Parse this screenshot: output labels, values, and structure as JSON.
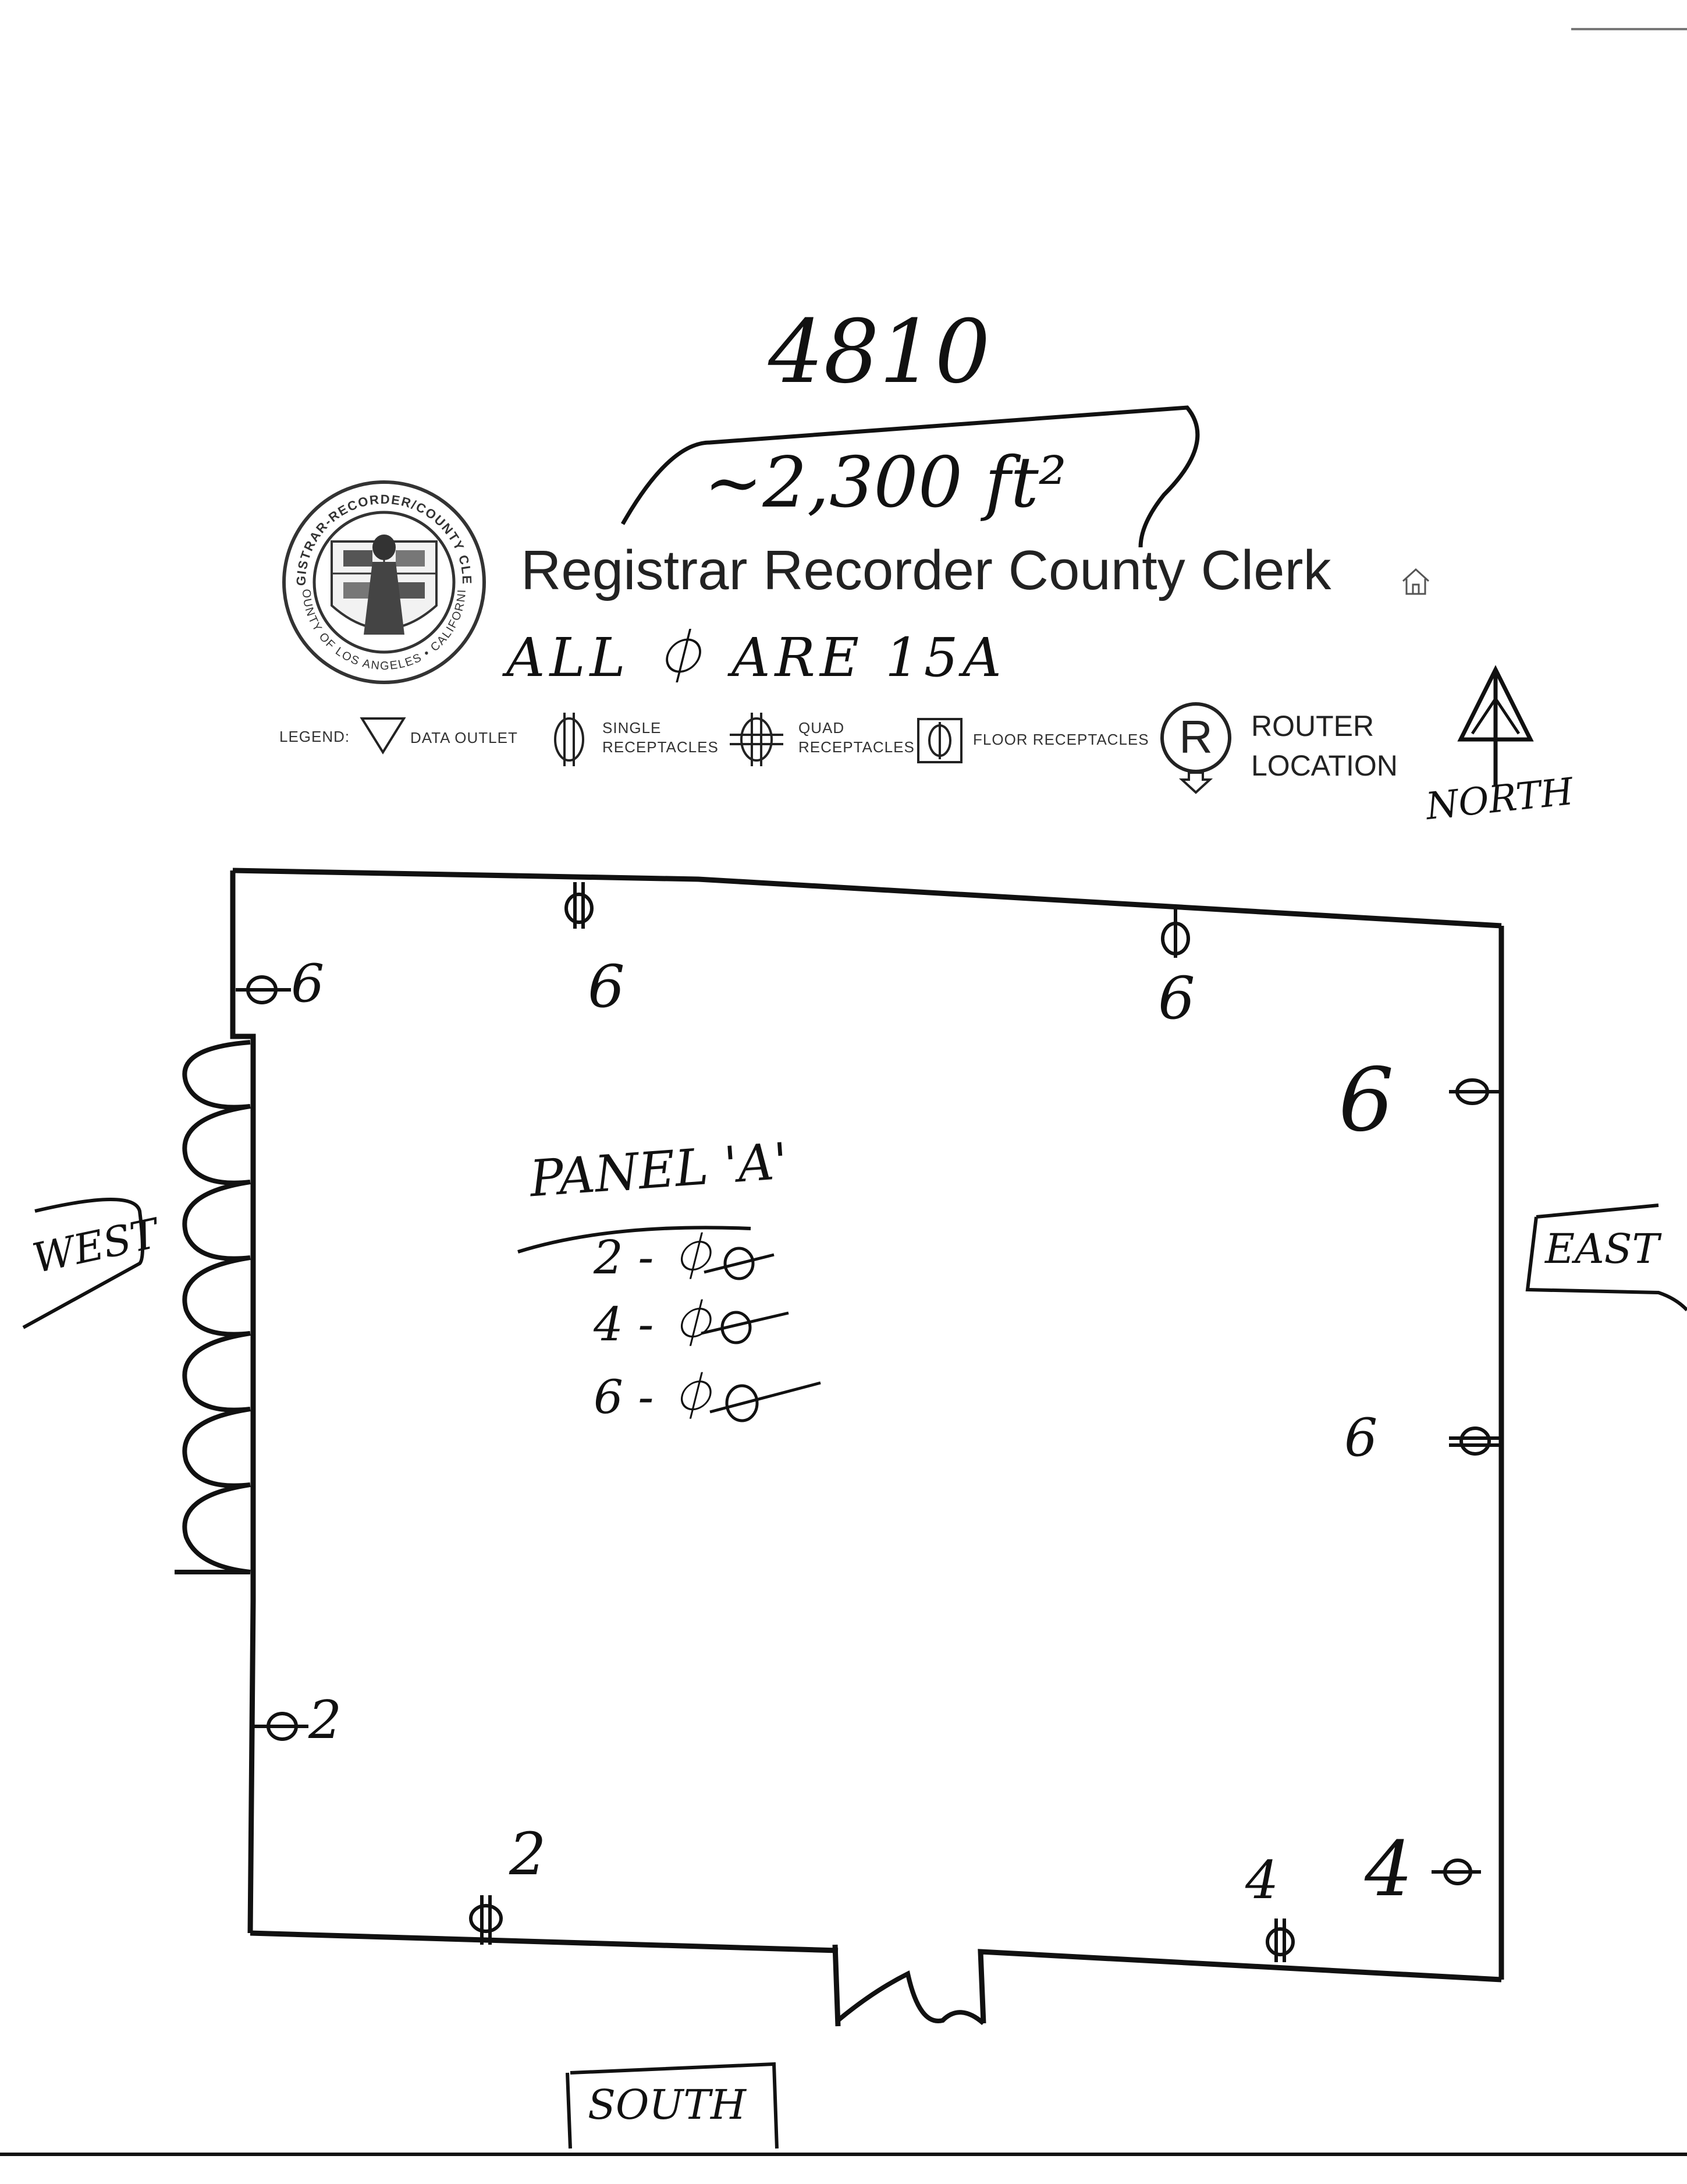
{
  "header": {
    "number": "4810",
    "area": "~2,300 ft²",
    "title": "Registrar Recorder County Clerk",
    "note": "ALL ⏀ ARE 15A"
  },
  "seal": {
    "top_text": "REGISTRAR-RECORDER/COUNTY CLERK",
    "bottom_text": "COUNTY OF LOS ANGELES • CALIFORNIA"
  },
  "legend": {
    "label": "LEGEND:",
    "data_outlet": "DATA OUTLET",
    "single_receptacles": [
      "SINGLE",
      "RECEPTACLES"
    ],
    "quad_receptacles": [
      "QUAD",
      "RECEPTACLES"
    ],
    "floor_receptacles": "FLOOR RECEPTACLES",
    "router_symbol": "R",
    "router_location": [
      "ROUTER",
      "LOCATION"
    ]
  },
  "compass": {
    "north": "NORTH",
    "south": "SOUTH",
    "east": "EAST",
    "west": "WEST"
  },
  "panel": {
    "title": "PANEL 'A'",
    "circuits": [
      "2 - ⏀",
      "4 - ⏀",
      "6 - ⏀"
    ]
  },
  "receptacles": {
    "nw": "6",
    "north_left": "6",
    "north_right": "6",
    "east_upper": "6",
    "east_lower": "6",
    "west_lower": "2",
    "south_left": "2",
    "south_right": "4",
    "se": "4"
  },
  "colors": {
    "ink": "#111111",
    "seal_border": "#333333"
  }
}
